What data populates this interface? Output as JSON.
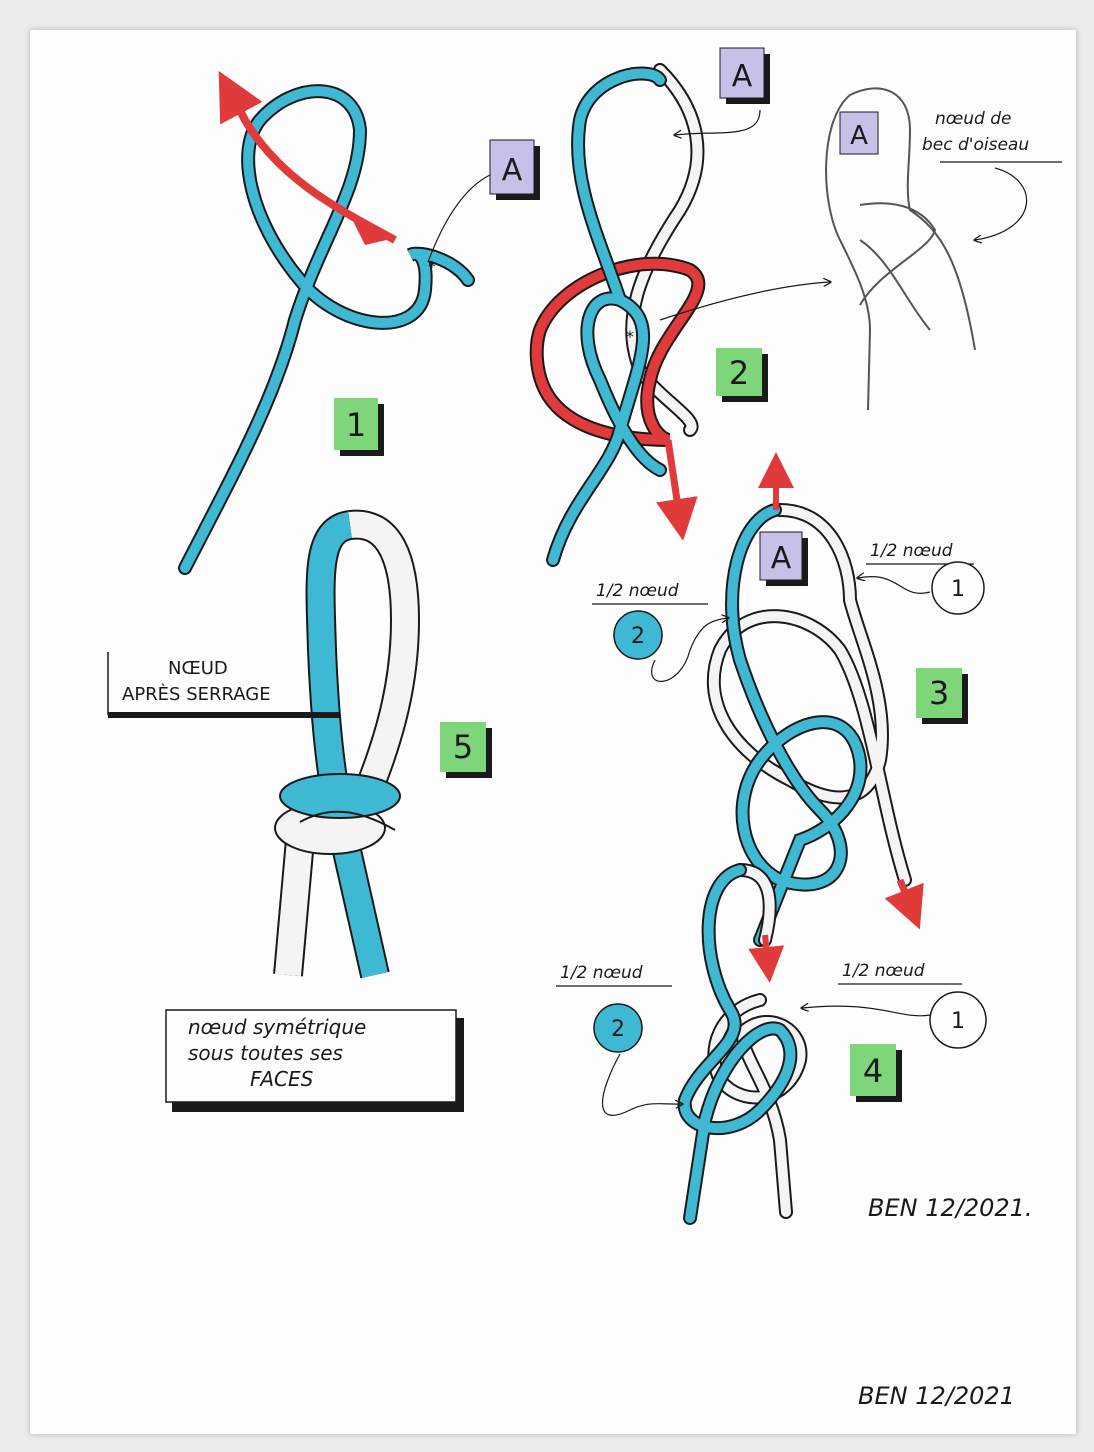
{
  "colors": {
    "rope_blue": "#3fb8d4",
    "rope_white": "#f4f4f4",
    "rope_red": "#e03a3a",
    "ink": "#1a1a1a",
    "step_badge": "#7fd67a",
    "a_badge": "#c8c0e8"
  },
  "steps": {
    "s1": "1",
    "s2": "2",
    "s3": "3",
    "s4": "4",
    "s5": "5"
  },
  "labels": {
    "a_marker": "A",
    "bec_line1": "nœud de",
    "bec_line2": "bec d'oiseau",
    "half_knot": "1/2 nœud",
    "circle_one": "1",
    "circle_two": "2",
    "after_tight_line1": "NŒUD",
    "after_tight_line2": "APRÈS SERRAGE",
    "symmetric_line1": "nœud symétrique",
    "symmetric_line2": "sous toutes ses",
    "symmetric_line3": "FACES",
    "signature_mid": "BEN 12/2021.",
    "signature_bottom": "BEN 12/2021"
  }
}
